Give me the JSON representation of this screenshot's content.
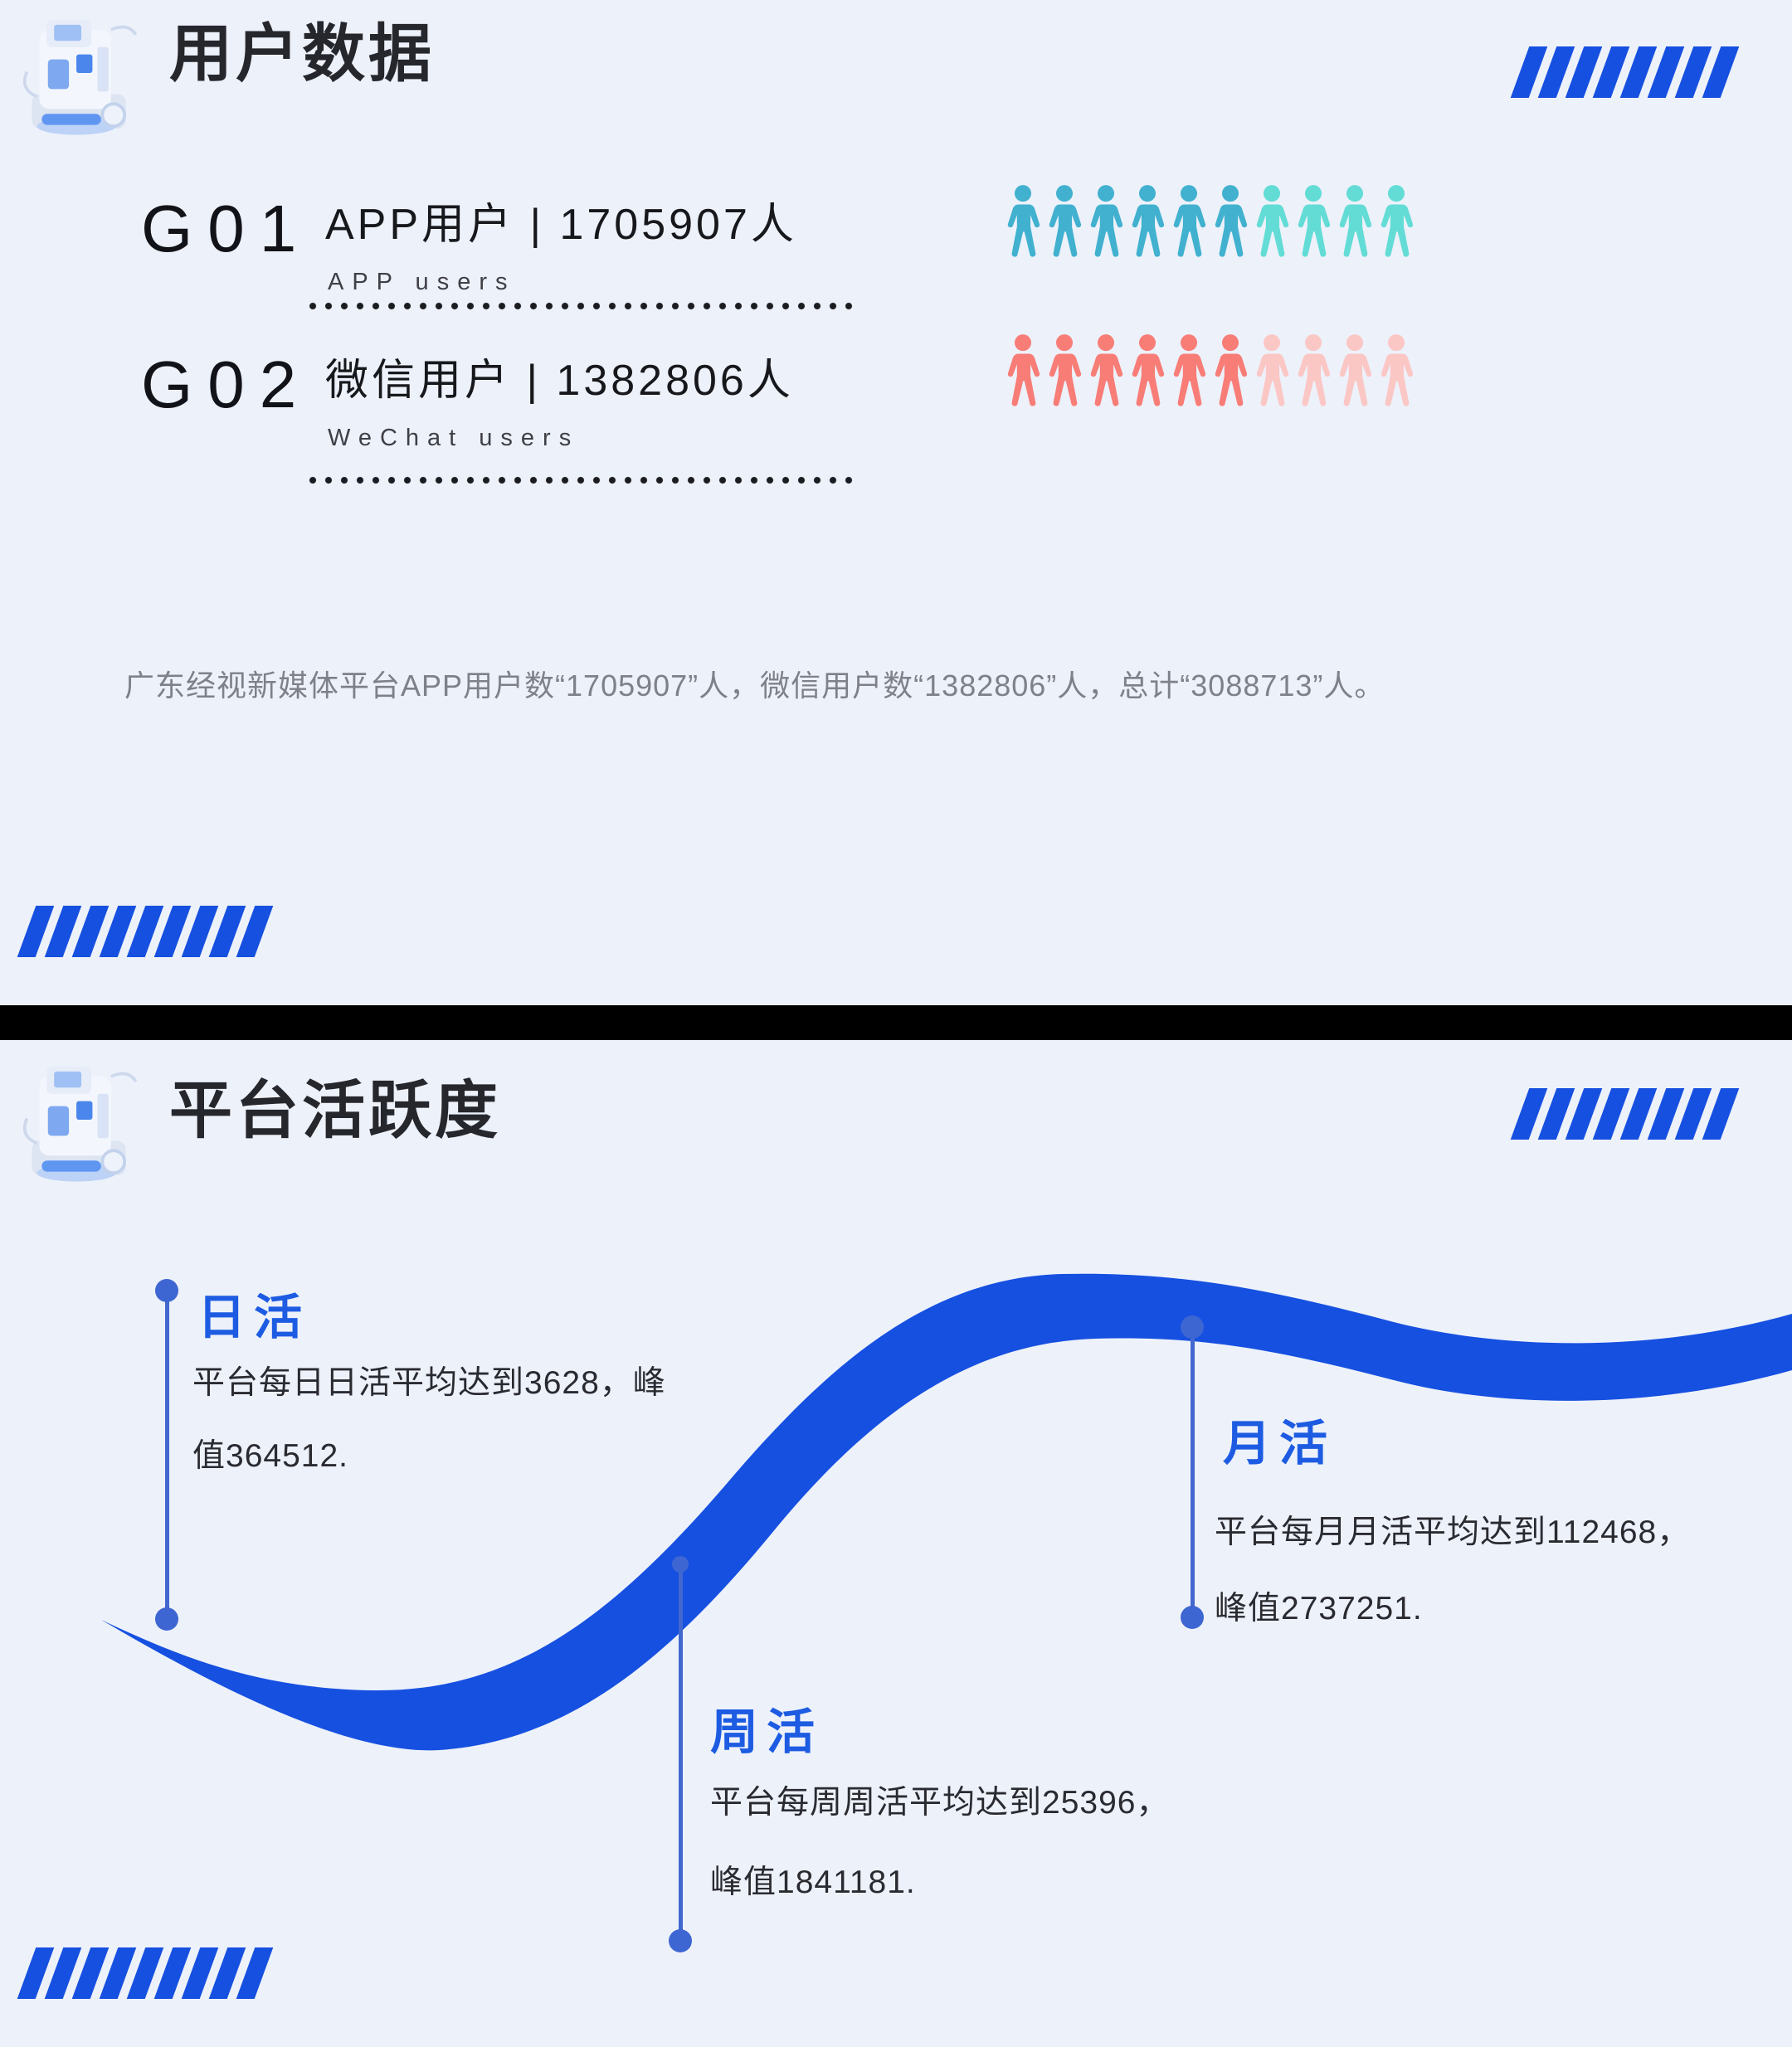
{
  "colors": {
    "background": "#edf1fa",
    "accent_blue": "#1650e0",
    "marker_blue": "#3e66d2",
    "label_blue": "#1d5ce2",
    "teal": "#41b1cf",
    "teal_light": "#63dcd6",
    "red": "#f87d77",
    "red_light": "#fbc7c5",
    "summary_gray": "#7e808a",
    "divider_black": "#000000"
  },
  "section_users": {
    "title": "用户数据",
    "slashes_top": 8,
    "slashes_bottom": 9,
    "rows": [
      {
        "code": "G01",
        "label": "APP用户 | 1705907人",
        "sub": "APP users",
        "icons_total": 10,
        "icons_filled": 6,
        "icon_color": "#41b1cf",
        "icon_color_light": "#63dcd6"
      },
      {
        "code": "G02",
        "label": "微信用户 | 1382806人",
        "sub": "WeChat users",
        "icons_total": 10,
        "icons_filled": 6,
        "icon_color": "#f87d77",
        "icon_color_light": "#fbc7c5"
      }
    ],
    "summary": "广东经视新媒体平台APP用户数“1705907”人，微信用户数“1382806”人，总计“3088713”人。"
  },
  "section_activity": {
    "title": "平台活跃度",
    "slashes_top": 8,
    "slashes_bottom": 9,
    "markers": [
      {
        "id": "daily",
        "title": "日活",
        "line1": "平台每日日活平均达到3628，峰",
        "line2": "值364512."
      },
      {
        "id": "weekly",
        "title": "周活",
        "line1": "平台每周周活平均达到25396，",
        "line2": "峰值1841181."
      },
      {
        "id": "monthly",
        "title": "月活",
        "line1": "平台每月月活平均达到112468，",
        "line2": "峰值2737251."
      }
    ]
  },
  "chart_data": [
    {
      "type": "pictograph",
      "title": "用户数据",
      "categories": [
        "APP用户",
        "微信用户"
      ],
      "values": [
        1705907,
        1382806
      ],
      "unit": "人",
      "total": 3088713,
      "icons_per_row": 10,
      "icons_highlighted": 6,
      "legend_sub": [
        "APP users",
        "WeChat users"
      ]
    },
    {
      "type": "area",
      "title": "平台活跃度",
      "series": [
        {
          "name": "日活",
          "avg": 3628,
          "peak": 364512
        },
        {
          "name": "周活",
          "avg": 25396,
          "peak": 1841181
        },
        {
          "name": "月活",
          "avg": 112468,
          "peak": 2737251
        }
      ]
    }
  ]
}
